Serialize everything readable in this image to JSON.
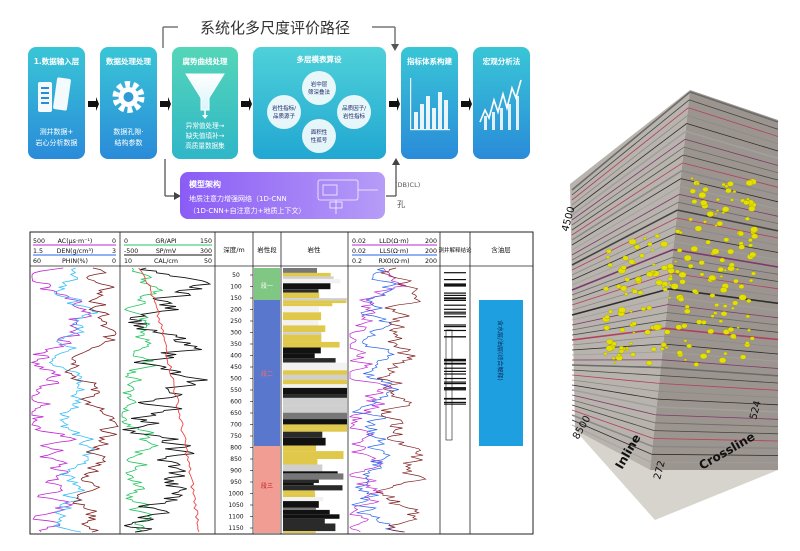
{
  "flowchart": {
    "title": "系统化多尺度评价路径",
    "steps": [
      {
        "title": "1.数据输入层",
        "icon": "data-table-icon",
        "caption_lines": [
          "测井数据+",
          "岩心分析数据"
        ]
      },
      {
        "title": "数据处理处理",
        "icon": "gear-icon",
        "caption_lines": [
          "数据孔隙·",
          "结构参数"
        ]
      },
      {
        "title": "腐势曲线处理",
        "icon": "funnel-icon",
        "caption_lines": [
          "异常值处理→",
          "缺失值填补→",
          "高质量数据集"
        ]
      },
      {
        "title": "多层模表算设",
        "icon": "venn-icon",
        "circle_labels": [
          [
            "岩中层",
            "筛深叠法"
          ],
          [
            "岩性指标/",
            "品质源子"
          ],
          [
            "品质因子/",
            "岩性指标"
          ],
          [
            "面积性",
            "性孤号"
          ]
        ]
      },
      {
        "title": "指标体系构建",
        "icon": "bar-chart-icon"
      },
      {
        "title": "宏观分析法",
        "icon": "line-chart-icon"
      }
    ],
    "model_box": {
      "title": "模型架构",
      "line1": "地质注意力增强网络（1D-CNN",
      "line2": "（1D-CNN+自注意力+地质上下文）",
      "side_labels": [
        "(DB)CL)",
        "孔"
      ]
    }
  },
  "well_log": {
    "header_rows": [
      {
        "name": "AC(μs·m⁻¹)",
        "min": "500",
        "max": "0",
        "color": "#c026d3"
      },
      {
        "name": "DEN(g/cm³)",
        "min": "1.5",
        "max": "3",
        "color": "#2563eb"
      },
      {
        "name": "PHIN(%)",
        "min": "60",
        "max": "0",
        "color": "#7f1d1d"
      }
    ],
    "header_rows2": [
      {
        "name": "GR/API",
        "min": "0",
        "max": "150",
        "color": "#22c55e"
      },
      {
        "name": "SP/mV",
        "min": "-500",
        "max": "300",
        "color": "#111111"
      },
      {
        "name": "CAL/cm",
        "min": "10",
        "max": "50",
        "color": "#ef4444"
      }
    ],
    "depth_header": "深度/m",
    "zone_header": "岩性段",
    "litho_header": "岩性",
    "res_rows": [
      {
        "name": "LLD(Ω·m)",
        "min": "0.02",
        "max": "200",
        "color": "#c026d3"
      },
      {
        "name": "LLS(Ω·m)",
        "min": "0.02",
        "max": "200",
        "color": "#2563eb"
      },
      {
        "name": "RXO(Ω·m)",
        "min": "0.2",
        "max": "200",
        "color": "#7f1d1d"
      }
    ],
    "interp_header": "测井解释结论",
    "oil_header": "含油层",
    "oil_text": "含水层/油层(综合解释)",
    "depth_ticks": [
      "50",
      "100",
      "150",
      "200",
      "250",
      "300",
      "350",
      "400",
      "450",
      "500",
      "550",
      "600",
      "650",
      "700",
      "750",
      "800",
      "850",
      "900",
      "950",
      "1000",
      "1050",
      "1100",
      "1150"
    ],
    "zones": [
      {
        "label": "段一",
        "color": "#4caf50"
      },
      {
        "label": "段二",
        "color": "#3b5fc4"
      },
      {
        "label": "段三",
        "color": "#e74c3c"
      }
    ]
  },
  "seismic": {
    "inline_label": "Inline",
    "crossline_label": "Crossline",
    "ticks": {
      "top_left": "4500",
      "bottom_left": "8500",
      "bottom": "272",
      "right": "524"
    }
  }
}
